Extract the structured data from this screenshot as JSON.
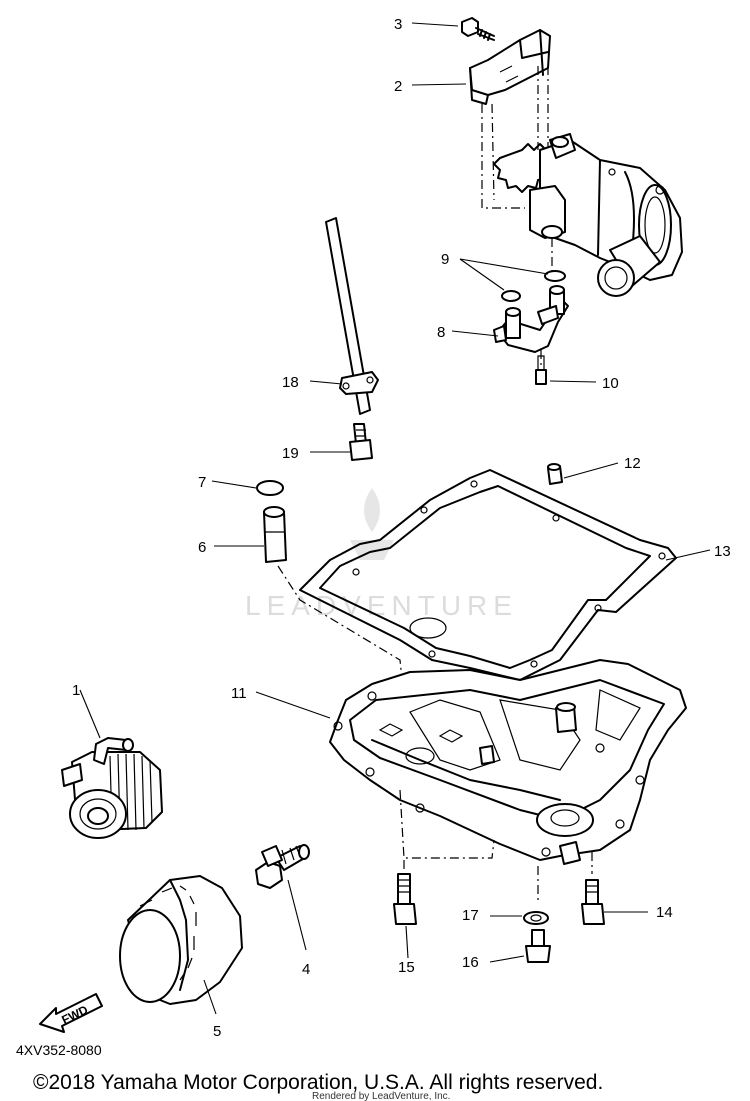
{
  "callouts": {
    "p1": "1",
    "p2": "2",
    "p3": "3",
    "p4": "4",
    "p5": "5",
    "p6": "6",
    "p7": "7",
    "p8": "8",
    "p9": "9",
    "p10": "10",
    "p11": "11",
    "p12": "12",
    "p13": "13",
    "p14": "14",
    "p15": "15",
    "p16": "16",
    "p17": "17",
    "p18": "18",
    "p19": "19"
  },
  "fwd_label": "FWD",
  "diagram_code": "4XV352-8080",
  "watermark": "LEADVENTURE",
  "copyright": "©2018 Yamaha Motor Corporation, U.S.A. All rights reserved.",
  "rendered_by": "Rendered by LeadVenture, Inc."
}
